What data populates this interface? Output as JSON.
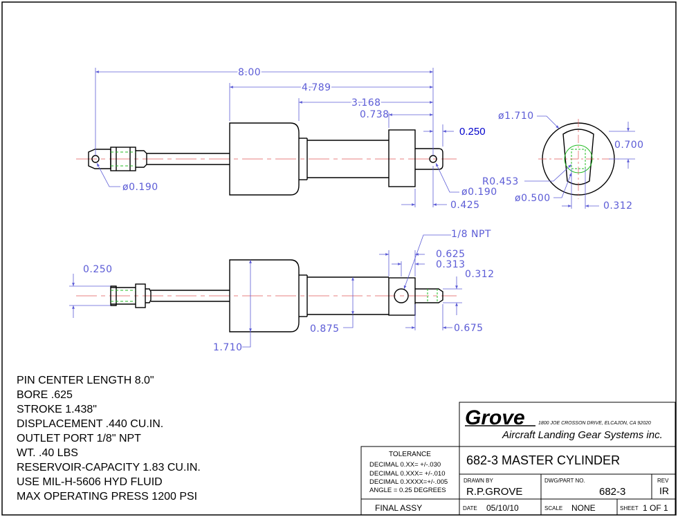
{
  "views": {
    "top": {
      "dims": {
        "overall": "8.00",
        "body": "4.789",
        "stroke_ref": "3.168",
        "clevis_len": "0.738",
        "clevis_gap": "0.250",
        "left_hole": "ø0.190",
        "right_hole": "ø0.190",
        "offset": "0.425"
      }
    },
    "end": {
      "dims": {
        "outer_dia": "ø1.710",
        "flat": "0.700",
        "radius": "R0.453",
        "bore_dia": "ø0.500",
        "slot": "0.312"
      }
    },
    "side": {
      "dims": {
        "clevis_width": "0.250",
        "npt": "1/8 NPT",
        "port_a": "0.625",
        "port_b": "0.313",
        "rod_dia": "0.312",
        "barrel_dia": "0.875",
        "rod_len": "0.675",
        "body_dia": "1.710"
      }
    }
  },
  "specs": [
    "PIN CENTER LENGTH 8.0\"",
    "BORE .625",
    "STROKE 1.438\"",
    "DISPLACEMENT .440 CU.IN.",
    "OUTLET PORT 1/8\" NPT",
    "WT. .40 LBS",
    "RESERVOIR-CAPACITY  1.83 CU.IN.",
    "USE MIL-H-5606 HYD FLUID",
    "MAX OPERATING PRESS 1200 PSI"
  ],
  "title_block": {
    "company": "Grove",
    "address": "1800 JOE CROSSON DRIVE, ELCAJON, CA 92020",
    "tagline": "Aircraft Landing Gear Systems inc.",
    "title": "682-3 MASTER CYLINDER",
    "tolerance_header": "TOLERANCE",
    "tolerances": [
      "DECIMAL 0.XX=  +/-.030",
      "DECIMAL 0.XXX= +/-.010",
      "DECIMAL 0.XXXX=+/-.005",
      "ANGLE = 0.25 DEGREES"
    ],
    "drawn_by_label": "DRAWN  BY",
    "drawn_by": "R.P.GROVE",
    "part_label": "DWG/PART  NO.",
    "part_no": "682-3",
    "rev_label": "REV",
    "rev": "IR",
    "assembly": "FINAL ASSY",
    "date_label": "DATE",
    "date": "05/10/10",
    "scale_label": "SCALE",
    "scale": "NONE",
    "sheet_label": "SHEET",
    "sheet": "1 OF 1"
  }
}
